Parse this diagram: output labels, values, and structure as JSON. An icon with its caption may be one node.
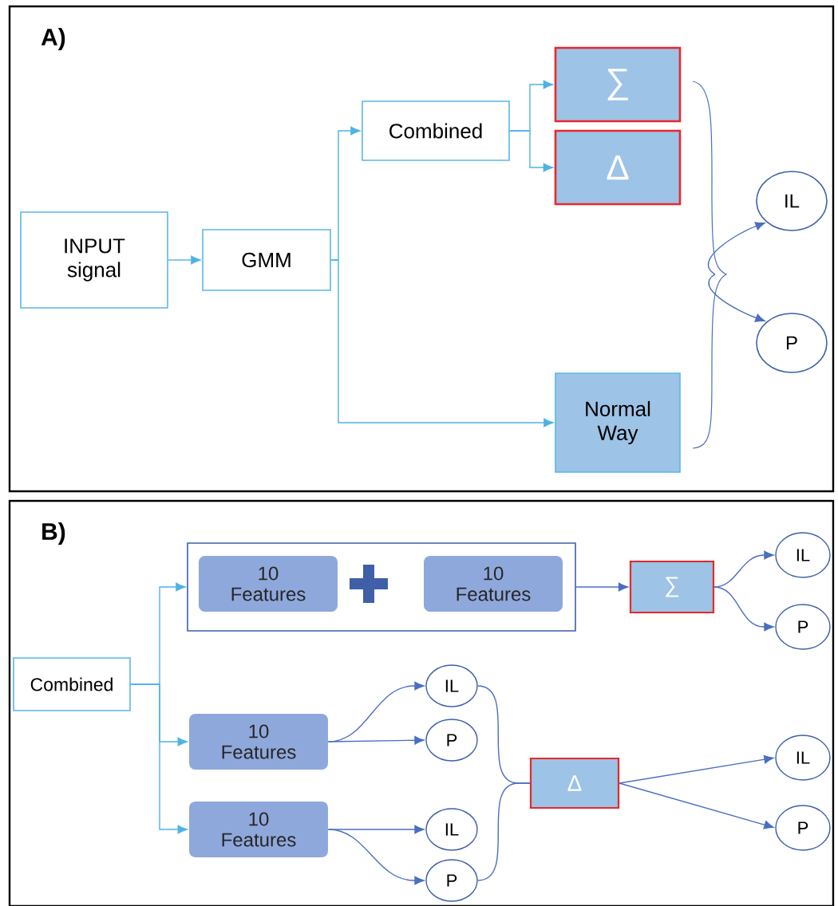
{
  "diagram": {
    "nodes": [
      {
        "text": [
          "A)"
        ]
      },
      {
        "text": [
          "INPUT signal"
        ],
        "in": 0
      },
      {
        "text": [
          "GMM"
        ],
        "in": 0
      },
      {
        "text": [
          "Combined"
        ],
        "in": 0
      },
      {
        "text": [
          "∑"
        ],
        "in": 0
      },
      {
        "text": [
          "Δ"
        ],
        "in": 0
      },
      {
        "text": [
          "Normal Way"
        ],
        "in": 0
      },
      {
        "text": [
          "IL"
        ],
        "in": 0
      },
      {
        "text": [
          "P"
        ],
        "in": 0
      },
      {
        "text": [
          "B)"
        ]
      },
      {
        "text": [
          "Combined"
        ],
        "in": 9
      },
      {
        "text": [],
        "shape": "box",
        "in": 9
      },
      {
        "text": [
          "10 Features"
        ],
        "in": 11
      },
      {
        "text": [
          "10 Features"
        ],
        "in": 11
      },
      {
        "text": [
          "∑"
        ],
        "in": 9
      },
      {
        "text": [
          "IL"
        ],
        "in": 9
      },
      {
        "text": [
          "P"
        ],
        "in": 9
      },
      {
        "text": [
          "10 Features"
        ],
        "in": 9
      },
      {
        "text": [
          "IL"
        ],
        "in": 9
      },
      {
        "text": [
          "P"
        ],
        "in": 9
      },
      {
        "text": [
          "10 Features"
        ],
        "in": 9
      },
      {
        "text": [
          "IL"
        ],
        "in": 9
      },
      {
        "text": [
          "P"
        ],
        "in": 9
      },
      {
        "text": [
          "Δ"
        ],
        "in": 9
      },
      {
        "text": [
          "IL"
        ],
        "in": 9
      },
      {
        "text": [
          "P"
        ],
        "in": 9
      }
    ],
    "edges": [
      {
        "from": 1,
        "to": 2,
        "arrow": "to",
        "color": "#4eb3e3"
      },
      {
        "from": 2,
        "to": 3,
        "arrow": "to",
        "color": "#4eb3e3"
      },
      {
        "from": 2,
        "to": 6,
        "arrow": "to",
        "color": "#4eb3e3"
      },
      {
        "from": 3,
        "to": 4,
        "arrow": "to",
        "color": "#4eb3e3"
      },
      {
        "from": 3,
        "to": 5,
        "arrow": "to",
        "color": "#4eb3e3"
      },
      {
        "from": null,
        "to": 7,
        "arrow": "to"
      },
      {
        "from": null,
        "to": 8,
        "arrow": "to"
      },
      {
        "from": 10,
        "to": 11,
        "arrow": "to",
        "color": "#4eb3e3"
      },
      {
        "from": 10,
        "to": 17,
        "arrow": "to",
        "color": "#4eb3e3"
      },
      {
        "from": 10,
        "to": 20,
        "arrow": "to",
        "color": "#4eb3e3"
      },
      {
        "from": 11,
        "to": 14,
        "arrow": "to"
      },
      {
        "from": 14,
        "to": 15,
        "arrow": "to"
      },
      {
        "from": 14,
        "to": 16,
        "arrow": "to"
      },
      {
        "from": 17,
        "to": 18,
        "arrow": "to"
      },
      {
        "from": 17,
        "to": 19,
        "arrow": "to"
      },
      {
        "from": 20,
        "to": 21,
        "arrow": "to"
      },
      {
        "from": 20,
        "to": 22,
        "arrow": "to"
      },
      {
        "from": 18,
        "to": 23,
        "arrow": "none"
      },
      {
        "from": 22,
        "to": 23,
        "arrow": "none"
      },
      {
        "from": 23,
        "to": 24,
        "arrow": "to"
      },
      {
        "from": 23,
        "to": 25,
        "arrow": "to"
      }
    ]
  }
}
